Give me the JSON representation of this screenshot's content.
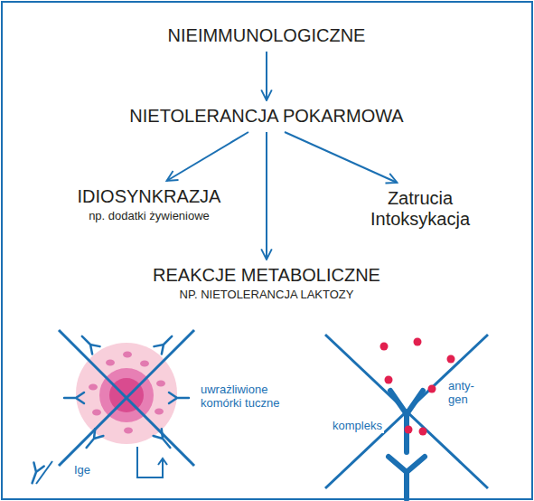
{
  "diagram": {
    "nodes": [
      {
        "text": [
          "NIEIMMUNOLOGICZNE"
        ]
      },
      {
        "text": [
          "NIETOLERANCJA POKARMOWA"
        ]
      },
      {
        "text": [
          "IDIOSYNKRAZJA",
          "np. dodatki żywieniowe"
        ]
      },
      {
        "text": [
          "Zatrucia Intoksykacja"
        ]
      },
      {
        "text": [
          "REAKCJE METABOLICZNE",
          "NP. NIETOLERANCJA LAKTOZY"
        ]
      }
    ],
    "edges": [
      {
        "from": 0,
        "to": 1,
        "arrow": "to"
      },
      {
        "from": 1,
        "to": 2,
        "arrow": "to"
      },
      {
        "from": 1,
        "to": 3,
        "arrow": "to"
      },
      {
        "from": 1,
        "to": 4,
        "arrow": "to"
      }
    ],
    "labels": [
      "uwrażliwione komórki tuczne",
      "anty- gen",
      "kompleks",
      "Ige"
    ]
  }
}
